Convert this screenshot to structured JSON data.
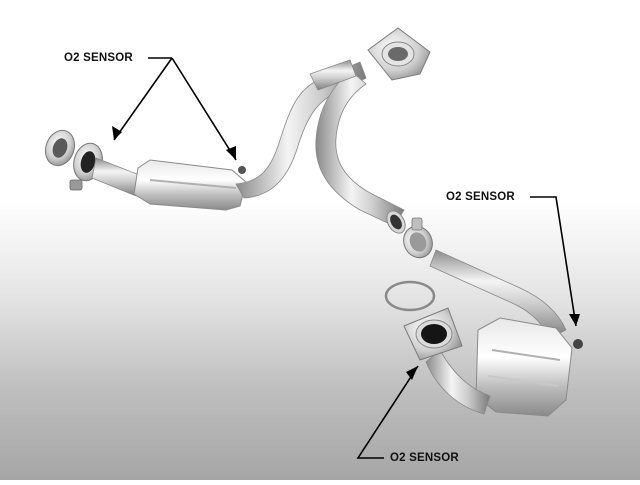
{
  "labels": {
    "top_left": "O2 SENSOR",
    "right": "O2 SENSOR",
    "bottom": "O2 SENSOR"
  },
  "colors": {
    "metal_light": "#f2f2f2",
    "metal_mid": "#c4c4c4",
    "metal_dark": "#8a8a8a",
    "pointer": "#000000"
  }
}
